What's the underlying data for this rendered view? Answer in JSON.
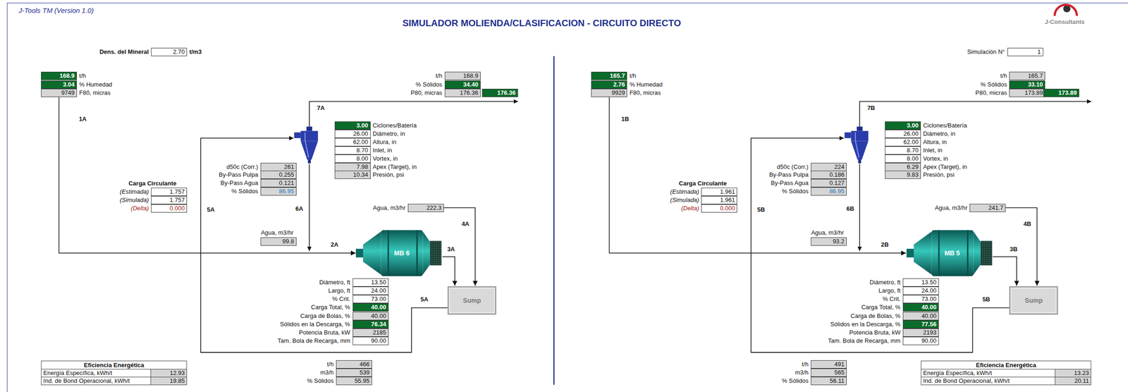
{
  "diagram": {
    "title": "SIMULADOR MOLIENDA/CLASIFICACION - CIRCUITO DIRECTO",
    "nodes": [
      {
        "text": [
          "2.70",
          "Dens. del Mineral",
          "t/m3"
        ]
      },
      {
        "text": [
          "168.9",
          "t/h"
        ]
      },
      {
        "text": [
          "3.04",
          "% Humedad"
        ]
      },
      {
        "text": [
          "9749",
          "F80, micras"
        ]
      },
      {
        "text": [
          "168.9",
          "t/h"
        ]
      },
      {
        "text": [
          "34.40",
          "% Sólidos"
        ]
      },
      {
        "text": [
          "176.36",
          "P80, micras"
        ]
      },
      {
        "text": [
          "176.36"
        ]
      },
      {
        "text": [
          "3.00",
          "Ciclones/Batería"
        ]
      },
      {
        "text": [
          "26.00",
          "Diámetro, in"
        ]
      },
      {
        "text": [
          "62.00",
          "Altura, in"
        ]
      },
      {
        "text": [
          "8.70",
          "Inlet, in"
        ]
      },
      {
        "text": [
          "8.00",
          "Vortex, in"
        ]
      },
      {
        "text": [
          "7.98",
          "Apex (Target), in"
        ]
      },
      {
        "text": [
          "10.34",
          "Presión, psi"
        ]
      },
      {
        "text": [
          "261",
          "d50c (Corr.)"
        ]
      },
      {
        "text": [
          "0.255",
          "By-Pass Pulpa"
        ]
      },
      {
        "text": [
          "0.121",
          "By-Pass Agua"
        ]
      },
      {
        "text": [
          "86.95",
          "% Sólidos"
        ]
      },
      {
        "text": [
          "1.757",
          "(Estimada)"
        ]
      },
      {
        "text": [
          "1.757",
          "(Simulada)"
        ]
      },
      {
        "text": [
          "0.000",
          "(Delta)"
        ]
      },
      {
        "text": [
          "222.3",
          "Agua, m3/hr"
        ]
      },
      {
        "text": [
          "99.8",
          "Agua, m3/hr"
        ]
      },
      {
        "text": [
          "MB 6"
        ]
      },
      {
        "text": [
          "Sump"
        ]
      },
      {
        "text": [
          "13.50",
          "Diámetro, ft"
        ]
      },
      {
        "text": [
          "24.00",
          "Largo, ft"
        ]
      },
      {
        "text": [
          "73.00",
          "% Crit."
        ]
      },
      {
        "text": [
          "40.00",
          "Carga Total, %"
        ]
      },
      {
        "text": [
          "40.00",
          "Carga de Bolas, %"
        ]
      },
      {
        "text": [
          "76.34",
          "Sólidos en la Descarga, %"
        ]
      },
      {
        "text": [
          "2185",
          "Potencia Bruta, kW"
        ]
      },
      {
        "text": [
          "90.00",
          "Tam. Bola de Recarga, mm"
        ]
      },
      {
        "text": [
          "466",
          "t/h"
        ]
      },
      {
        "text": [
          "539",
          "m3/h"
        ]
      },
      {
        "text": [
          "55.95",
          "% Sólidos"
        ]
      },
      {
        "text": [
          "Eficiencia Energética"
        ]
      },
      {
        "text": [
          "12.93",
          "Energía Específica, kWh/t"
        ],
        "in": 37
      },
      {
        "text": [
          "19.85",
          "Ind. de Bond Operacional, kWh/t"
        ],
        "in": 37
      },
      {
        "text": [
          "1",
          "Simulación N°"
        ]
      },
      {
        "text": [
          "165.7",
          "t/h"
        ]
      },
      {
        "text": [
          "2.76",
          "% Humedad"
        ]
      },
      {
        "text": [
          "9929",
          "F80, micras"
        ]
      },
      {
        "text": [
          "165.7",
          "t/h"
        ]
      },
      {
        "text": [
          "33.10",
          "% Sólidos"
        ]
      },
      {
        "text": [
          "173.89",
          "P80, micras"
        ]
      },
      {
        "text": [
          "173.89"
        ]
      },
      {
        "text": [
          "3.00",
          "Ciclones/Batería"
        ]
      },
      {
        "text": [
          "26.00",
          "Diámetro, in"
        ]
      },
      {
        "text": [
          "62.00",
          "Altura, in"
        ]
      },
      {
        "text": [
          "8.70",
          "Inlet, in"
        ]
      },
      {
        "text": [
          "8.00",
          "Vortex, in"
        ]
      },
      {
        "text": [
          "6.29",
          "Apex (Target), in"
        ]
      },
      {
        "text": [
          "9.83",
          "Presión, psi"
        ]
      },
      {
        "text": [
          "224",
          "d50c (Corr.)"
        ]
      },
      {
        "text": [
          "0.186",
          "By-Pass Pulpa"
        ]
      },
      {
        "text": [
          "0.127",
          "By-Pass Agua"
        ]
      },
      {
        "text": [
          "86.95",
          "% Sólidos"
        ]
      },
      {
        "text": [
          "1.961",
          "(Estimada)"
        ]
      },
      {
        "text": [
          "1.961",
          "(Simulada)"
        ]
      },
      {
        "text": [
          "0.000",
          "(Delta)"
        ]
      },
      {
        "text": [
          "241.7",
          "Agua, m3/hr"
        ]
      },
      {
        "text": [
          "93.2",
          "Agua, m3/hr"
        ]
      },
      {
        "text": [
          "MB 5"
        ]
      },
      {
        "text": [
          "Sump"
        ]
      },
      {
        "text": [
          "13.50",
          "Diámetro, ft"
        ]
      },
      {
        "text": [
          "24.00",
          "Largo, ft"
        ]
      },
      {
        "text": [
          "73.00",
          "% Crit."
        ]
      },
      {
        "text": [
          "40.00",
          "Carga Total, %"
        ]
      },
      {
        "text": [
          "40.00",
          "Carga de Bolas, %"
        ]
      },
      {
        "text": [
          "77.56",
          "Sólidos en la Descarga, %"
        ]
      },
      {
        "text": [
          "2193",
          "Potencia Bruta, kW"
        ]
      },
      {
        "text": [
          "90.00",
          "Tam. Bola de Recarga, mm"
        ]
      },
      {
        "text": [
          "491",
          "t/h"
        ]
      },
      {
        "text": [
          "565",
          "m3/h"
        ]
      },
      {
        "text": [
          "56.11",
          "% Sólidos"
        ]
      },
      {
        "text": [
          "Eficiencia Energética"
        ]
      },
      {
        "text": [
          "13.23",
          "Energía Específica, kWh/t"
        ],
        "in": 77
      },
      {
        "text": [
          "20.11",
          "Ind. de Bond Operacional, kWh/t"
        ],
        "in": 77
      }
    ],
    "edges": [
      {
        "from": 3,
        "to": 24,
        "arrow": "to"
      },
      {
        "from": 24,
        "to": 25,
        "arrow": "to"
      },
      {
        "from": 22,
        "to": 25,
        "arrow": "to"
      },
      {
        "from": 43,
        "to": 64,
        "arrow": "to"
      },
      {
        "from": 64,
        "to": 65,
        "arrow": "to"
      },
      {
        "from": 62,
        "to": 65,
        "arrow": "to"
      }
    ],
    "labels": [
      "J-Tools TM (Version 1.0)",
      "J-Consultants",
      "1A",
      "7A",
      "Carga Circulante",
      "5A",
      "6A",
      "4A",
      "2A",
      "3A",
      "5A",
      "1B",
      "7B",
      "Carga Circulante",
      "5B",
      "6B",
      "4B",
      "2B",
      "3B",
      "5B"
    ]
  }
}
